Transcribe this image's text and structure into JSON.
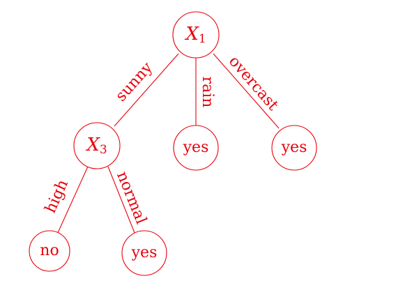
{
  "colors": {
    "ink": "#e8000b"
  },
  "nodes": {
    "root": {
      "var": "X",
      "sub": "1"
    },
    "x3": {
      "var": "X",
      "sub": "3"
    },
    "rain_leaf": {
      "label": "yes"
    },
    "overcast_leaf": {
      "label": "yes"
    },
    "high_leaf": {
      "label": "no"
    },
    "normal_leaf": {
      "label": "yes"
    }
  },
  "edges": {
    "sunny": "sunny",
    "rain": "rain",
    "overcast": "overcast",
    "high": "high",
    "normal": "normal"
  }
}
